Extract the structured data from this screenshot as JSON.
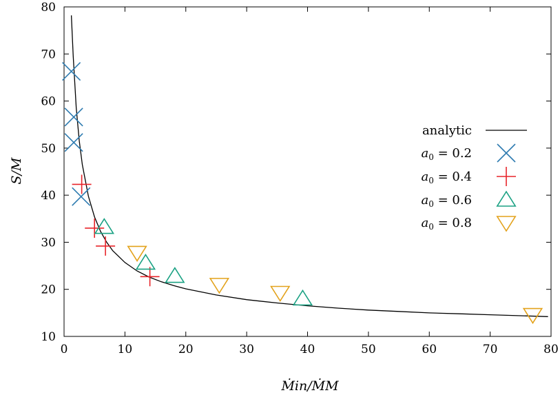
{
  "chart_data": {
    "type": "scatter",
    "xlabel": "Ṁin/ṀM",
    "ylabel": "S/M",
    "xlim": [
      0,
      80
    ],
    "ylim": [
      10,
      80
    ],
    "xticks": [
      "0",
      "10",
      "20",
      "30",
      "40",
      "50",
      "60",
      "70",
      "80"
    ],
    "yticks": [
      "10",
      "20",
      "30",
      "40",
      "50",
      "60",
      "70",
      "80"
    ],
    "grid": false,
    "legend_position": "right",
    "analytic": {
      "name": "analytic",
      "color": "#000000",
      "x": [
        1.2,
        1.5,
        2,
        2.5,
        3,
        4,
        5,
        6,
        7,
        8,
        10,
        12,
        14,
        16,
        18,
        20,
        25,
        30,
        35,
        40,
        45,
        50,
        55,
        60,
        65,
        70,
        75,
        79.5
      ],
      "y": [
        78.2,
        69.5,
        58.5,
        51.5,
        46.5,
        39.8,
        35.4,
        32.3,
        30,
        28.2,
        25.7,
        23.9,
        22.6,
        21.6,
        20.8,
        20.1,
        18.8,
        17.8,
        17.1,
        16.5,
        16,
        15.6,
        15.3,
        15,
        14.8,
        14.6,
        14.4,
        14.2
      ]
    },
    "series": [
      {
        "name": "a0 = 0.2",
        "label_var": "a",
        "label_sub": "0",
        "label_rest": " = 0.2",
        "marker": "cross",
        "color": "#2E7BB0",
        "x": [
          1.2,
          1.6,
          1.6,
          2.8
        ],
        "y": [
          66.3,
          56.6,
          51.2,
          39.7
        ]
      },
      {
        "name": "a0 = 0.4",
        "label_var": "a",
        "label_sub": "0",
        "label_rest": " = 0.4",
        "marker": "plus",
        "color": "#E8242A",
        "x": [
          2.9,
          5.0,
          6.8,
          14.1
        ],
        "y": [
          42.3,
          33.0,
          29.2,
          22.7
        ]
      },
      {
        "name": "a0 = 0.6",
        "label_var": "a",
        "label_sub": "0",
        "label_rest": " = 0.6",
        "marker": "triangle-up",
        "color": "#1AA183",
        "x": [
          6.6,
          13.4,
          18.2,
          39.2
        ],
        "y": [
          33.2,
          25.6,
          22.8,
          18.0
        ]
      },
      {
        "name": "a0 = 0.8",
        "label_var": "a",
        "label_sub": "0",
        "label_rest": " = 0.8",
        "marker": "triangle-down",
        "color": "#E3A21B",
        "x": [
          12.0,
          25.5,
          35.5,
          77.0
        ],
        "y": [
          27.8,
          21.0,
          19.3,
          14.6
        ]
      }
    ]
  }
}
